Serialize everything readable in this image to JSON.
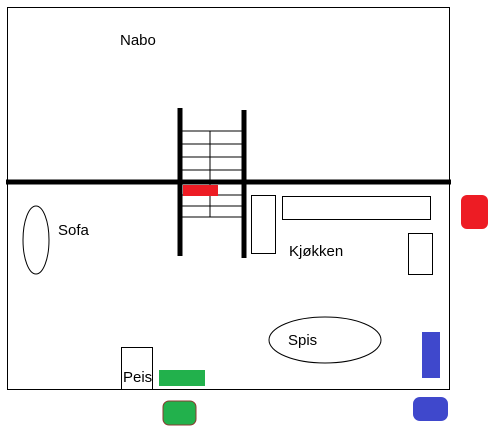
{
  "labels": {
    "neighbor": "Nabo",
    "sofa": "Sofa",
    "kitchen": "Kjøkken",
    "dining": "Spis",
    "fireplace": "Peis"
  },
  "colors": {
    "wall": "#000000",
    "red": "#ed1c24",
    "green": "#22b14c",
    "blue": "#3f48cc",
    "background": "#ffffff"
  }
}
